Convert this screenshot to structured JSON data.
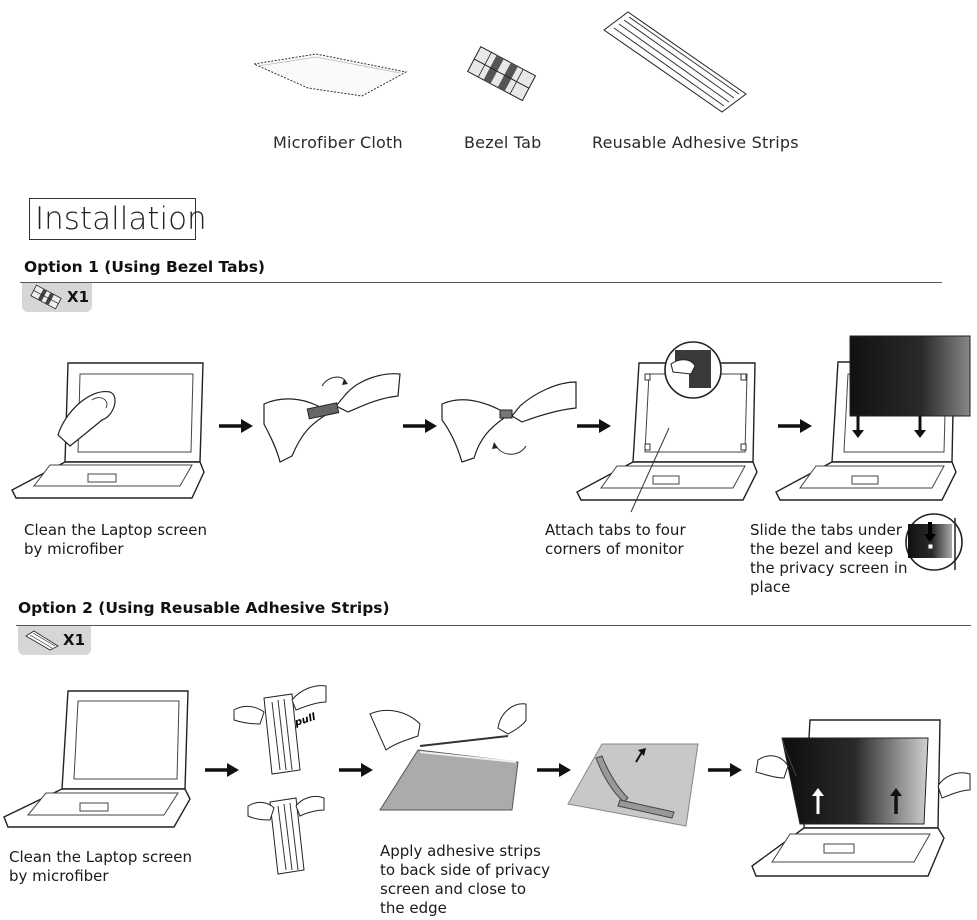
{
  "accessories": [
    {
      "label": "Microfiber Cloth",
      "icon": "microfiber-cloth-icon"
    },
    {
      "label": "Bezel Tab",
      "icon": "bezel-tab-icon"
    },
    {
      "label": "Reusable Adhesive Strips",
      "icon": "adhesive-strips-icon"
    }
  ],
  "installation": {
    "heading": "Installation",
    "option1": {
      "title": "Option 1 (Using Bezel Tabs)",
      "badge": "X1",
      "steps": [
        {
          "text": "Clean the Laptop screen\nby microfiber"
        },
        {
          "text": "Attach tabs to four\ncorners of monitor"
        },
        {
          "text": "Slide the tabs under\nthe bezel and keep\nthe privacy screen in\nplace"
        }
      ]
    },
    "option2": {
      "title": "Option 2 (Using Reusable Adhesive Strips)",
      "badge": "X1",
      "pull_label": "pull",
      "steps": [
        {
          "text": "Clean the Laptop screen\nby microfiber"
        },
        {
          "text": "Apply adhesive strips\nto back side of privacy\nscreen and close to\nthe edge"
        }
      ]
    }
  },
  "colors": {
    "text": "#1a1a1a",
    "badge_bg": "#d6d6d6",
    "rule": "#555555",
    "filter_dark": "#1e1e1e"
  }
}
